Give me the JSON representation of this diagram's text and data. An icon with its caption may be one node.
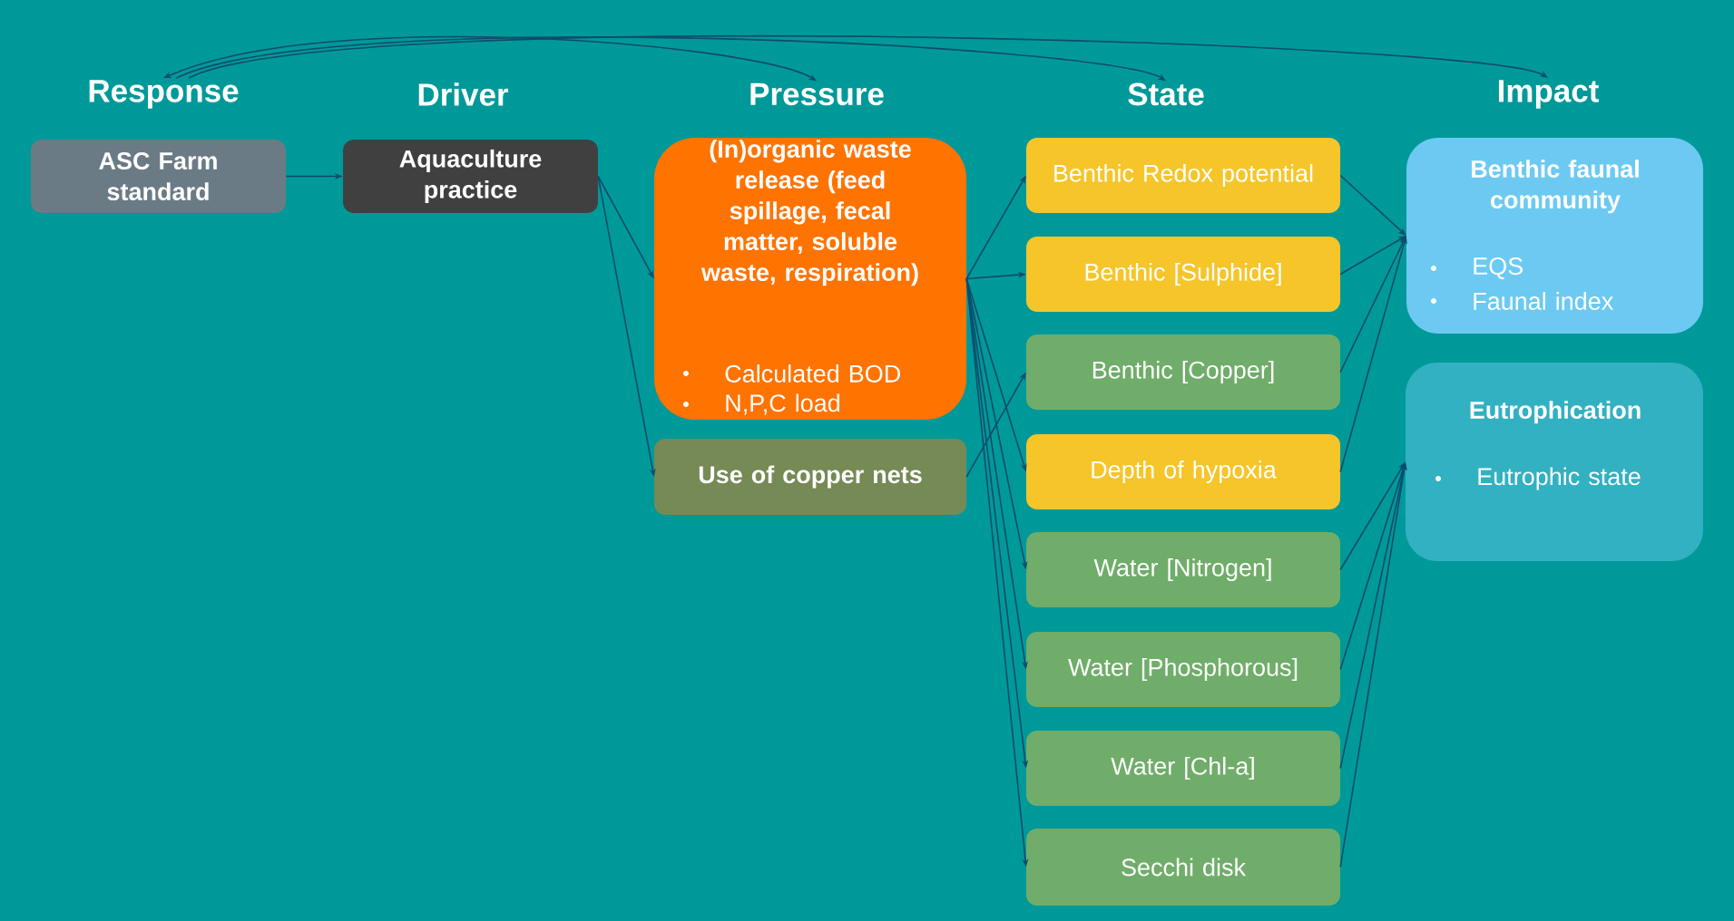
{
  "diagram": {
    "nodes": [
      {
        "text": [
          "Response"
        ]
      },
      {
        "text": [
          "Pressure"
        ]
      },
      {
        "text": [
          "State"
        ]
      },
      {
        "text": [
          "Impact"
        ]
      },
      {
        "text": [
          "ASC Farm standard"
        ]
      },
      {
        "text": [
          "Aquaculture practice"
        ]
      },
      {
        "text": [
          "(In)organic waste release (feed spillage, fecal matter, soluble waste, respiration)",
          "Calculated BOD",
          "N,P,C load"
        ]
      },
      {
        "text": [
          "Use of copper nets"
        ]
      },
      {
        "text": [
          "Benthic Redox potential"
        ]
      },
      {
        "text": [
          "Benthic [Sulphide]"
        ]
      },
      {
        "text": [
          "Benthic [Copper]"
        ]
      },
      {
        "text": [
          "Depth of hypoxia"
        ]
      },
      {
        "text": [
          "Water [Nitrogen]"
        ]
      },
      {
        "text": [
          "Water [Phosphorous]"
        ]
      },
      {
        "text": [
          "Water [Chl-a]"
        ]
      },
      {
        "text": [
          "Secchi disk"
        ]
      },
      {
        "text": [
          "Benthic faunal community",
          "EQS",
          "Faunal index"
        ]
      },
      {
        "text": [
          "Eutrophication",
          "Eutrophic state"
        ]
      }
    ],
    "edges": [
      {
        "from": 0,
        "to": 1,
        "arrow": "both"
      },
      {
        "from": 0,
        "to": 2,
        "arrow": "to"
      },
      {
        "from": 0,
        "to": 3,
        "arrow": "to"
      },
      {
        "from": 4,
        "to": 5,
        "arrow": "to"
      },
      {
        "from": 5,
        "to": 6,
        "arrow": "to"
      },
      {
        "from": 5,
        "to": 7,
        "arrow": "to"
      },
      {
        "from": 6,
        "to": 8,
        "arrow": "to"
      },
      {
        "from": 6,
        "to": 9,
        "arrow": "to"
      },
      {
        "from": 6,
        "to": 11,
        "arrow": "to"
      },
      {
        "from": 6,
        "to": 12,
        "arrow": "to"
      },
      {
        "from": 6,
        "to": 13,
        "arrow": "to"
      },
      {
        "from": 6,
        "to": 14,
        "arrow": "to"
      },
      {
        "from": 6,
        "to": 15,
        "arrow": "to"
      },
      {
        "from": 7,
        "to": 10,
        "arrow": "to"
      },
      {
        "from": 8,
        "to": 16,
        "arrow": "to"
      },
      {
        "from": 9,
        "to": 16,
        "arrow": "to"
      },
      {
        "from": 10,
        "to": 16,
        "arrow": "to"
      },
      {
        "from": 11,
        "to": 16,
        "arrow": "to"
      },
      {
        "from": 12,
        "to": 17,
        "arrow": "to"
      },
      {
        "from": 13,
        "to": 17,
        "arrow": "to"
      },
      {
        "from": 14,
        "to": 17,
        "arrow": "to"
      },
      {
        "from": 15,
        "to": 17,
        "arrow": "to"
      }
    ],
    "labels": [
      "Driver"
    ]
  }
}
